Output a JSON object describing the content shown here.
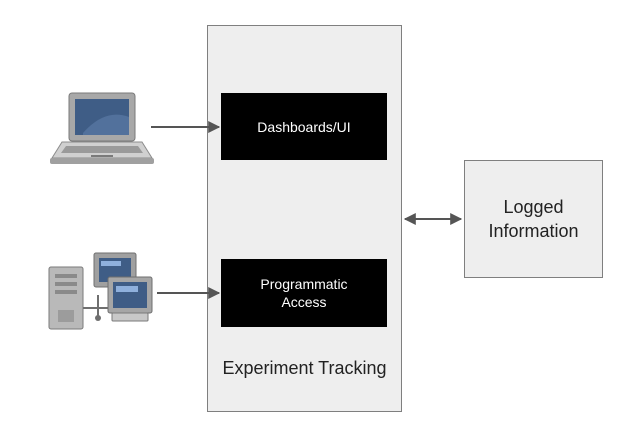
{
  "nodes": {
    "experiment_tracking": "Experiment Tracking",
    "dashboards": "Dashboards/UI",
    "programmatic_access": "Programmatic Access",
    "logged_information": "Logged Information"
  },
  "icons": {
    "laptop": "laptop-icon",
    "workstation": "networked-computers-icon"
  },
  "colors": {
    "container_fill": "#eeeeee",
    "container_border": "#7f7f7f",
    "inner_box_fill": "#000000",
    "inner_box_text": "#ffffff",
    "arrow": "#555555"
  }
}
